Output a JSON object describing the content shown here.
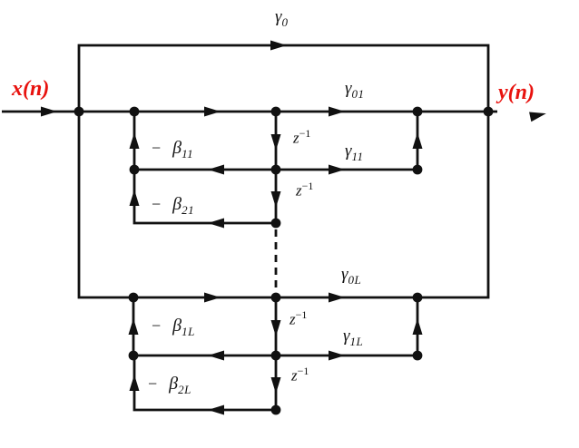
{
  "colors": {
    "wire": "#111111",
    "io_label": "#e8120e",
    "background": "#ffffff"
  },
  "io": {
    "input": "x(n)",
    "output": "y(n)"
  },
  "gains": {
    "gamma0": {
      "sym": "γ",
      "sub": "0"
    },
    "gamma01": {
      "sym": "γ",
      "sub": "01"
    },
    "gamma11": {
      "sym": "γ",
      "sub": "11"
    },
    "gamma0L": {
      "sym": "γ",
      "sub": "0L"
    },
    "gamma1L": {
      "sym": "γ",
      "sub": "1L"
    },
    "beta11": {
      "prefix": "−",
      "sym": "β",
      "sub": "11"
    },
    "beta21": {
      "prefix": "−",
      "sym": "β",
      "sub": "21"
    },
    "beta1L": {
      "prefix": "−",
      "sym": "β",
      "sub": "1L"
    },
    "beta2L": {
      "prefix": "−",
      "sym": "β",
      "sub": "2L"
    }
  },
  "delay": {
    "sym": "z",
    "sup": "−1"
  }
}
